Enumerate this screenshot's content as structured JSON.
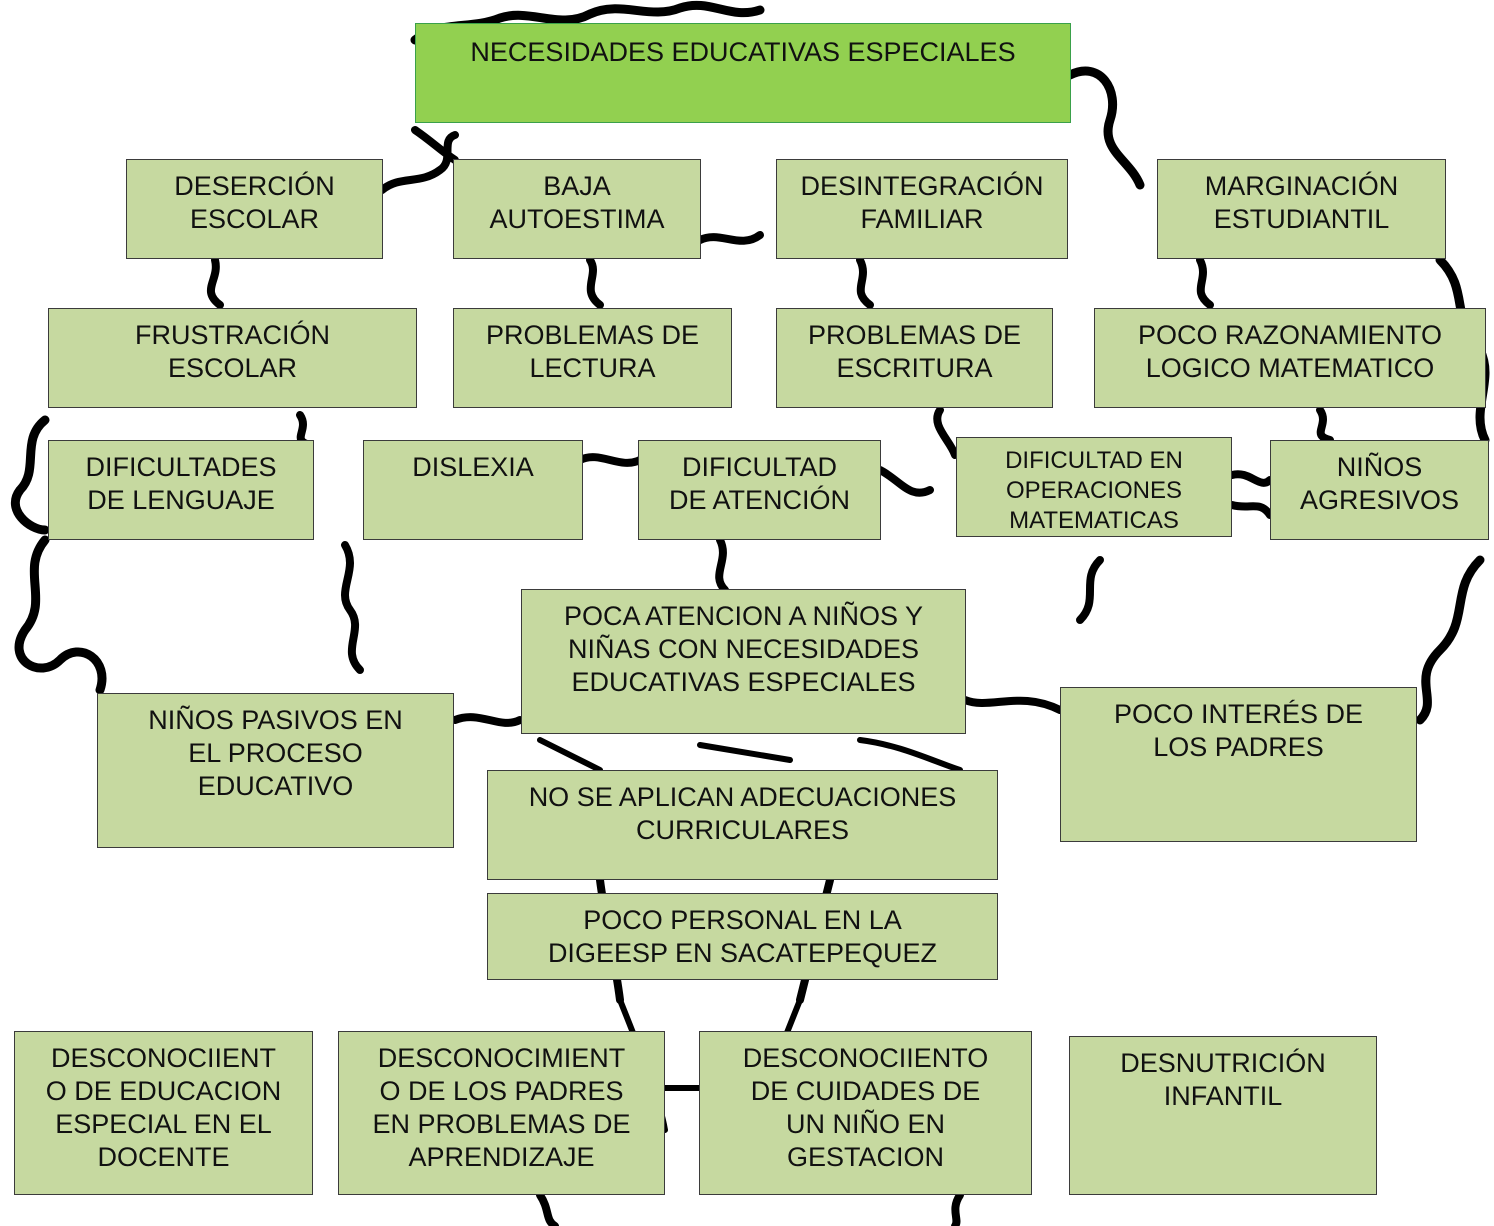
{
  "title": "NECESIDADES EDUCATIVAS ESPECIALES",
  "colors": {
    "title_fill": "#92d050",
    "box_fill": "#c6d9a0",
    "outline": "#000000"
  },
  "effects_row1": [
    "DESERCIÓN\nESCOLAR",
    "BAJA\nAUTOESTIMA",
    "DESINTEGRACIÓN\nFAMILIAR",
    "MARGINACIÓN\nESTUDIANTIL"
  ],
  "effects_row2": [
    "FRUSTRACIÓN\nESCOLAR",
    "PROBLEMAS DE\nLECTURA",
    "PROBLEMAS DE\nESCRITURA",
    "POCO RAZONAMIENTO\nLOGICO MATEMATICO"
  ],
  "effects_row3": [
    "DIFICULTADES\nDE LENGUAJE",
    "DISLEXIA",
    "DIFICULTAD\nDE ATENCIÓN",
    "DIFICULTAD EN\nOPERACIONES\nMATEMATICAS",
    "NIÑOS\nAGRESIVOS"
  ],
  "central_problem": "POCA ATENCION A NIÑOS Y\nNIÑAS CON NECESIDADES\nEDUCATIVAS ESPECIALES",
  "side_left": "NIÑOS PASIVOS EN\nEL PROCESO\nEDUCATIVO",
  "side_right": "POCO INTERÉS DE\nLOS PADRES",
  "trunk_1": "NO SE APLICAN ADECUACIONES\nCURRICULARES",
  "trunk_2": "POCO PERSONAL EN LA\nDIGEESP EN SACATEPEQUEZ",
  "causes": [
    "DESCONOCIIENT\nO DE EDUCACION\nESPECIAL EN EL\nDOCENTE",
    "DESCONOCIMIENT\nO DE LOS PADRES\nEN PROBLEMAS DE\nAPRENDIZAJE",
    "DESCONOCIIENTO\nDE CUIDADES DE\nUN NIÑO EN\nGESTACION",
    "DESNUTRICIÓN\nINFANTIL"
  ]
}
